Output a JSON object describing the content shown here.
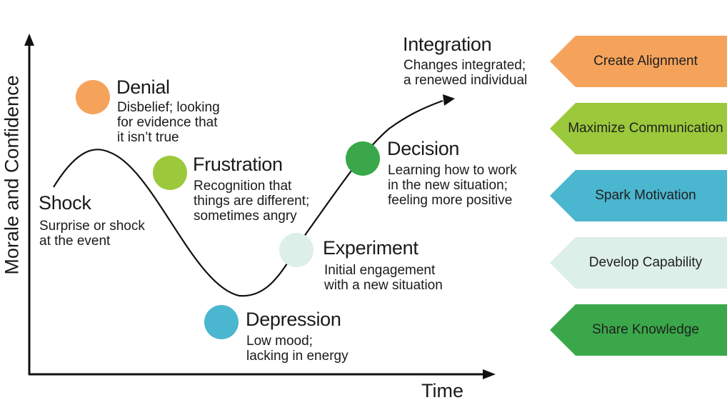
{
  "axes": {
    "y_label": "Morale and Confidence",
    "x_label": "Time"
  },
  "stages": [
    {
      "id": "shock",
      "title": "Shock",
      "desc": [
        "Surprise or shock",
        "at the event"
      ],
      "color": null
    },
    {
      "id": "denial",
      "title": "Denial",
      "desc": [
        "Disbelief; looking",
        "for evidence that",
        "it isn’t true"
      ],
      "color": "#f5a35b"
    },
    {
      "id": "frustration",
      "title": "Frustration",
      "desc": [
        "Recognition that",
        "things are different;",
        "sometimes angry"
      ],
      "color": "#9cc93b"
    },
    {
      "id": "depression",
      "title": "Depression",
      "desc": [
        "Low mood;",
        "lacking in energy"
      ],
      "color": "#4bb6cf"
    },
    {
      "id": "experiment",
      "title": "Experiment",
      "desc": [
        "Initial engagement",
        "with a new situation"
      ],
      "color": "#dcefe8"
    },
    {
      "id": "decision",
      "title": "Decision",
      "desc": [
        "Learning how to work",
        "in the new situation;",
        "feeling more positive"
      ],
      "color": "#3aa84a"
    },
    {
      "id": "integration",
      "title": "Integration",
      "desc": [
        "Changes integrated;",
        "a renewed individual"
      ],
      "color": null
    }
  ],
  "actions": [
    {
      "label": "Create Alignment",
      "color": "#f5a35b"
    },
    {
      "label": "Maximize Communication",
      "color": "#9cc93b"
    },
    {
      "label": "Spark Motivation",
      "color": "#4bb6cf"
    },
    {
      "label": "Develop Capability",
      "color": "#dcefe8"
    },
    {
      "label": "Share Knowledge",
      "color": "#3aa84a"
    }
  ]
}
